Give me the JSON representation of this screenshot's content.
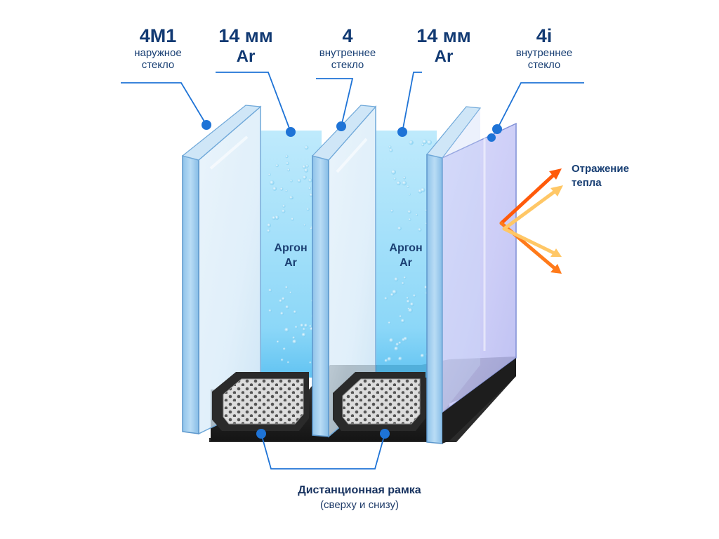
{
  "labels": {
    "outer_glass": {
      "code": "4M1",
      "desc1": "наружное",
      "desc2": "стекло"
    },
    "gap1": {
      "size": "14 мм",
      "gas": "Ar"
    },
    "middle_glass": {
      "code": "4",
      "desc1": "внутреннее",
      "desc2": "стекло"
    },
    "gap2": {
      "size": "14 мм",
      "gas": "Ar"
    },
    "inner_glass": {
      "code": "4i",
      "desc1": "внутреннее",
      "desc2": "стекло"
    }
  },
  "chambers": [
    {
      "line1": "Аргон",
      "line2": "Ar"
    },
    {
      "line1": "Аргон",
      "line2": "Ar"
    }
  ],
  "heat_reflection": {
    "line1": "Отражение",
    "line2": "тепла"
  },
  "spacer": {
    "title": "Дистанционная рамка",
    "note": "(сверху и снизу)"
  },
  "colors": {
    "label_text": "#123a73",
    "callout_line": "#1e73d6",
    "glass_edge": "#6fa8d9",
    "argon": "#7fd3f7",
    "low_e_coating": "#b7b6f2",
    "heat_arrow_dark": "#ff5a0a",
    "heat_arrow_light": "#ffc766",
    "spacer_frame": "#2e2e2e",
    "spacer_core": "#d9d9d9"
  }
}
